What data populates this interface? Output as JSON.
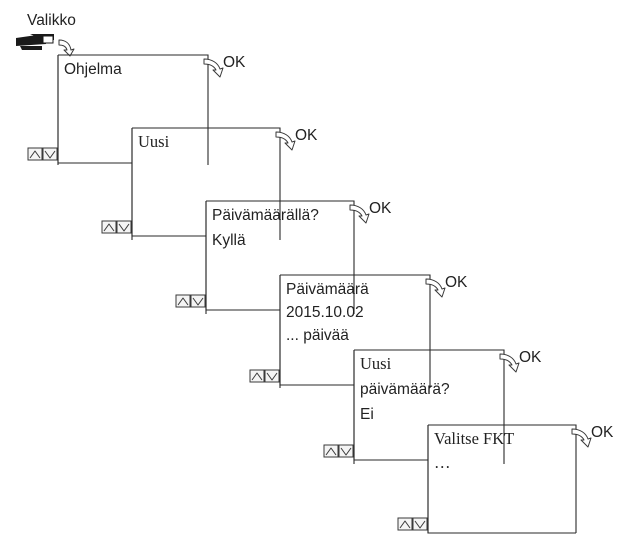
{
  "menu": {
    "label": "Valikko",
    "icon": "pointing-hand-icon"
  },
  "ok_label": "OK",
  "screens": [
    {
      "id": "program",
      "lines": [
        "Ohjelma"
      ],
      "font": "sans"
    },
    {
      "id": "new",
      "lines": [
        "Uusi"
      ],
      "font": "serif"
    },
    {
      "id": "by-date",
      "lines": [
        "Päivämäärällä?",
        "Kyllä"
      ],
      "font": "sans"
    },
    {
      "id": "date",
      "lines": [
        "Päivämäärä",
        "2015.10.02",
        "... päivää"
      ],
      "font": "sans"
    },
    {
      "id": "new-date",
      "lines": [
        "Uusi",
        "päivämäärä?",
        "Ei"
      ],
      "font": "mixed"
    },
    {
      "id": "select-fkt",
      "lines": [
        "Valitse FKT",
        "…"
      ],
      "font": "serif"
    }
  ],
  "icons": {
    "up_down_buttons": "up-down-buttons-icon",
    "ok_arrow": "ok-curved-arrow-icon"
  }
}
